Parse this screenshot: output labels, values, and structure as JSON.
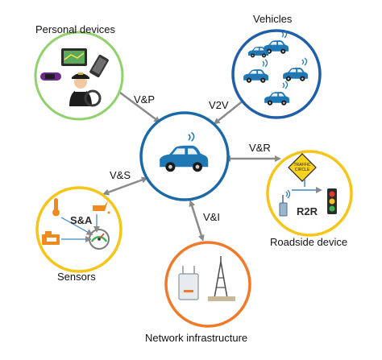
{
  "nodes": {
    "personal": {
      "title": "Personal devices"
    },
    "vehicles": {
      "title": "Vehicles"
    },
    "roadside": {
      "title": "Roadside device",
      "inner_label": "R2R",
      "sign_text": "TRAFFIC CIRCLE"
    },
    "network": {
      "title": "Network infrastructure"
    },
    "sensors": {
      "title": "Sensors",
      "inner_label": "S&A"
    }
  },
  "links": {
    "vp": "V&P",
    "v2v": "V2V",
    "vr": "V&R",
    "vs": "V&S",
    "vi": "V&I"
  },
  "colors": {
    "personal_ring": "#8fd16a",
    "vehicles_ring": "#1f5fa8",
    "center_ring": "#1a6aa8",
    "roadside_ring": "#f5c518",
    "sensors_ring": "#f5c518",
    "network_ring": "#f07a2a",
    "car_blue": "#1f77b4",
    "arrow_gray": "#8a8a8a"
  }
}
